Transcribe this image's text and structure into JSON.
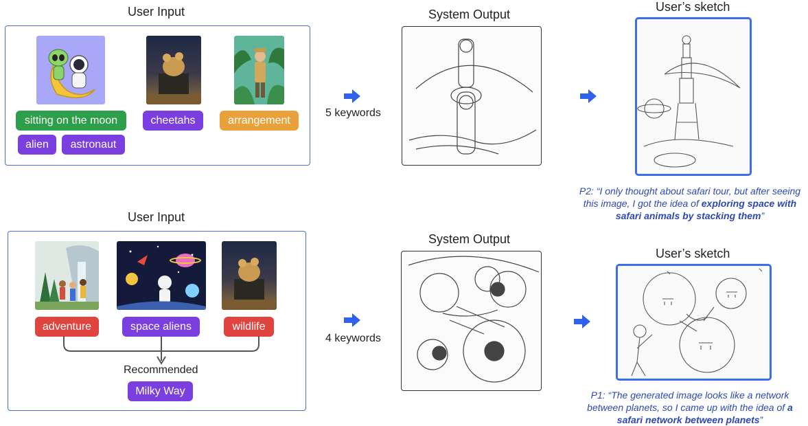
{
  "colors": {
    "panel_border": "#4a6fd1",
    "arrow": "#2f62e8",
    "quote": "#2c48b8",
    "green": "#2d9e4a",
    "purple": "#7b3fe0",
    "orange": "#e9a23b",
    "red": "#e0443e"
  },
  "row1": {
    "input_heading": "User Input",
    "output_heading": "System Output",
    "sketch_heading": "User’s sketch",
    "keywords_count": "5 keywords",
    "chips": {
      "sitting": "sitting on the moon",
      "alien": "alien",
      "astronaut": "astronaut",
      "cheetahs": "cheetahs",
      "arrangement": "arrangement"
    },
    "quote": {
      "prefix": "P2: “I only thought about safari tour, but after seeing this image, I got the idea of ",
      "bold": "exploring space with safari animals by stacking them",
      "suffix": "”"
    }
  },
  "row2": {
    "input_heading": "User Input",
    "output_heading": "System Output",
    "sketch_heading": "User’s sketch",
    "keywords_count": "4 keywords",
    "chips": {
      "adventure": "adventure",
      "space_aliens": "space aliens",
      "wildlife": "wildlife",
      "milky_way": "Milky Way"
    },
    "recommended_label": "Recommended",
    "quote": {
      "prefix": "P1: “The generated image looks like a network between planets, so I came up with the idea of ",
      "bold": "a safari network between planets",
      "suffix": "”"
    }
  }
}
